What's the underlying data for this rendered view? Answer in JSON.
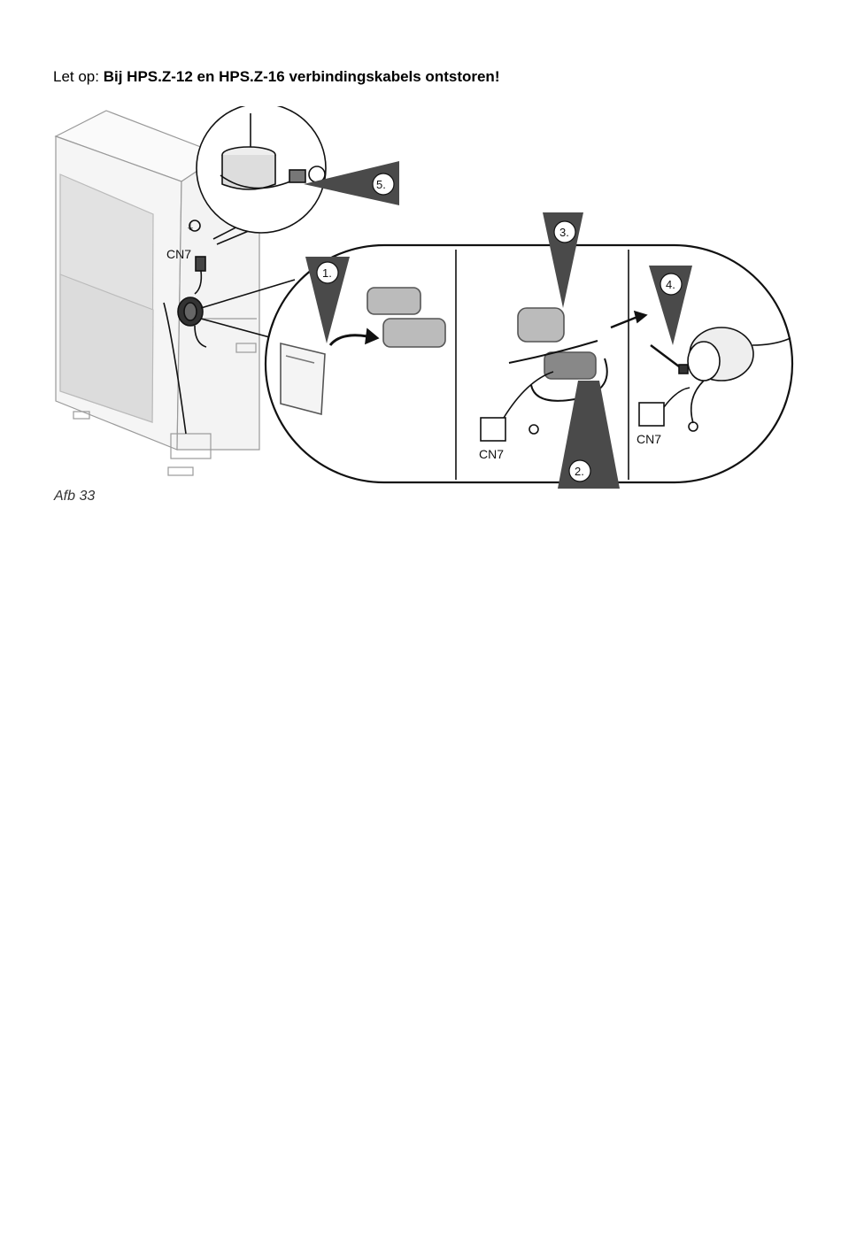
{
  "heading": {
    "lead": "Let op: ",
    "text": "Bij HPS.Z-12 en HPS.Z-16 verbindingskabels ontstoren!"
  },
  "figure": {
    "steps": [
      "1.",
      "2.",
      "3.",
      "4.",
      "5."
    ],
    "connector_label": "CN7"
  },
  "caption": "Afb 33"
}
